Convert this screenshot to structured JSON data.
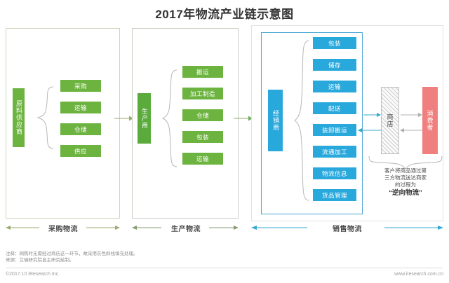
{
  "title": "2017年物流产业链示意图",
  "panels": [
    {
      "id": "procurement",
      "stage": "原料供应商",
      "activities": [
        "采购",
        "运输",
        "仓储",
        "供应"
      ],
      "flow_label": "采购物流",
      "color": "#6cb33f"
    },
    {
      "id": "production",
      "stage": "生产商",
      "activities": [
        "搬运",
        "加工制造",
        "仓储",
        "包装",
        "运输"
      ],
      "flow_label": "生产物流",
      "color": "#5aab3c"
    },
    {
      "id": "sales",
      "stage": "经销商",
      "activities": [
        "包装",
        "储存",
        "运输",
        "配送",
        "装卸搬运",
        "流通加工",
        "物流信息",
        "货品管理"
      ],
      "flow_label": "销售物流",
      "color": "#29a8dc"
    }
  ],
  "endpoints": {
    "shop": "商店",
    "consumer": "消费者"
  },
  "reverse_logistics": {
    "line1": "客户将商品通过第",
    "line2": "三方物流送达商家",
    "line3": "的过程为",
    "emphasis": "“逆向物流”"
  },
  "footer": {
    "note": "注释：网购时无需经过商店这一环节，故采用灰色斜线填充处理。",
    "source": "来源：艾瑞研究院自主研究绘制。",
    "copyright": "©2017.10 iResearch Inc.",
    "url": "www.iresearch.com.cn"
  },
  "colors": {
    "green": "#6cb33f",
    "green_dark": "#5aab3c",
    "blue": "#29a8dc",
    "pink": "#f08080",
    "arrow_green": "#9aab6d",
    "arrow_blue": "#35a8cf",
    "gray": "#bdbdbd"
  }
}
